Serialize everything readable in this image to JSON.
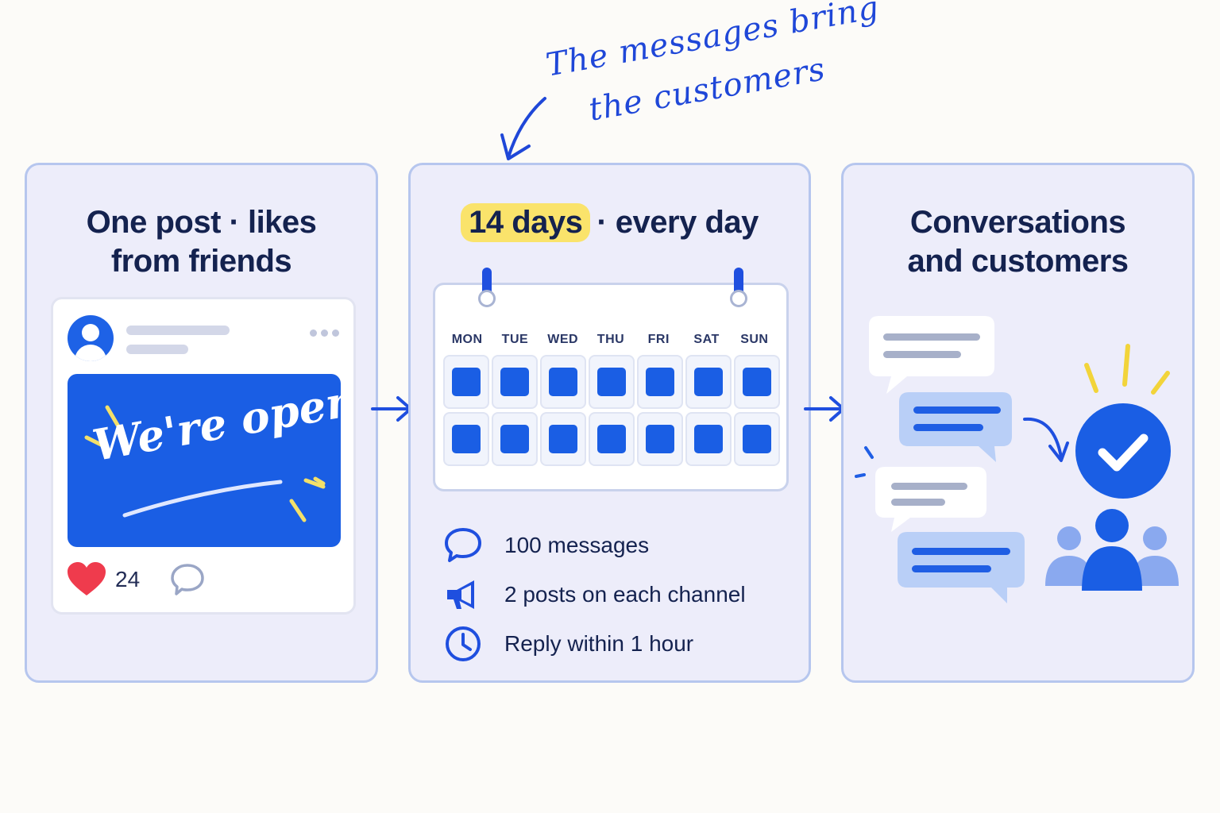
{
  "annotation": {
    "line1": "The messages bring",
    "line2": "the customers"
  },
  "panels": [
    {
      "title_line1": "One post · likes",
      "title_line2": "from friends",
      "post": {
        "image_text": "We're open!",
        "likes": "24",
        "icons": [
          "avatar",
          "more-dots-icon",
          "heart-icon",
          "comment-icon"
        ]
      }
    },
    {
      "title_highlight": "14 days",
      "title_rest": "· every day",
      "calendar": {
        "days": [
          "MON",
          "TUE",
          "WED",
          "THU",
          "FRI",
          "SAT",
          "SUN"
        ],
        "weeks": 2
      },
      "stats": [
        {
          "icon": "speech-bubble-icon",
          "label": "100 messages"
        },
        {
          "icon": "megaphone-icon",
          "label": "2 posts on each channel"
        },
        {
          "icon": "clock-icon",
          "label": "Reply within 1 hour"
        }
      ]
    },
    {
      "title_line1": "Conversations",
      "title_line2": "and customers",
      "icons": [
        "chat-bubbles",
        "check-circle-icon",
        "customers-group-icon"
      ]
    }
  ],
  "colors": {
    "accent_blue": "#1a5ee4",
    "ink": "#14224f",
    "highlight_yellow": "#fae36b",
    "panel_bg": "#ededfa",
    "heart_red": "#ef3b4d"
  }
}
